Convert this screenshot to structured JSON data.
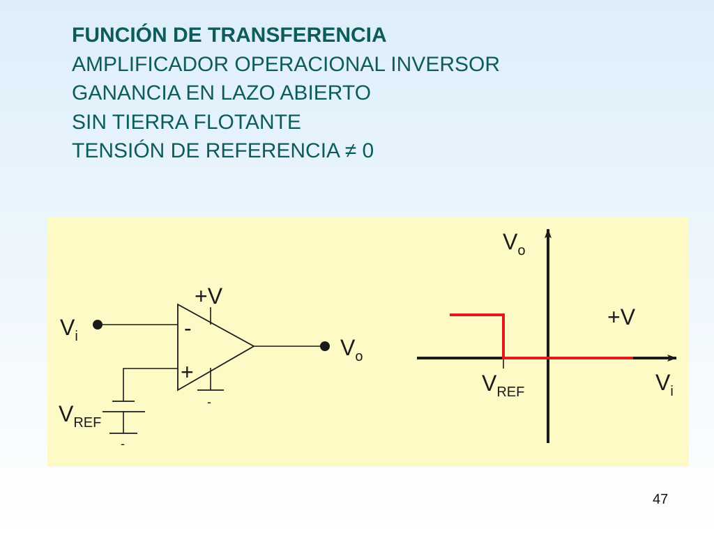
{
  "slide": {
    "title": "FUNCIÓN DE TRANSFERENCIA",
    "subtitle_lines": [
      "AMPLIFICADOR OPERACIONAL INVERSOR",
      "GANANCIA EN LAZO ABIERTO",
      "SIN TIERRA FLOTANTE",
      "TENSIÓN DE REFERENCIA ≠ 0"
    ],
    "page_number": "47"
  },
  "circuit": {
    "input_label": "V",
    "input_sub": "i",
    "output_label": "V",
    "output_sub": "o",
    "supply_label": "+V",
    "minus_sign": "-",
    "plus_sign": "+",
    "ref_label": "V",
    "ref_sub": "REF",
    "ground_mark": "-"
  },
  "graph": {
    "y_axis_label": "V",
    "y_axis_sub": "o",
    "x_axis_label": "V",
    "x_axis_sub": "i",
    "level_label": "+V",
    "ref_label": "V",
    "ref_sub": "REF",
    "colors": {
      "axis": "#1a1a1a",
      "curve": "#e0191b"
    }
  }
}
